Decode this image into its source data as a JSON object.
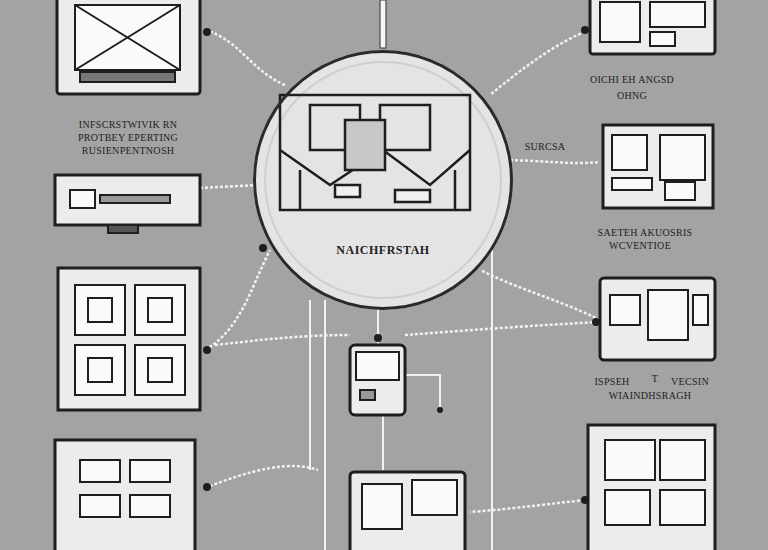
{
  "diagram": {
    "nodes": [
      {
        "text": [
          "NAICHFRSTAH"
        ]
      }
    ],
    "labels": [
      "OICHI EH ANGSD",
      "OHNG",
      "INFSCRSTWIVIK RN",
      "PROTBEY EPERTING",
      "RUSIENPENTNOSH",
      "SURCSA",
      "SAETEH AKUOSRIS",
      "WCVENTIOE",
      "ISPSEH",
      "T",
      "VECSIN",
      "WIAINDHSRAGH"
    ]
  }
}
